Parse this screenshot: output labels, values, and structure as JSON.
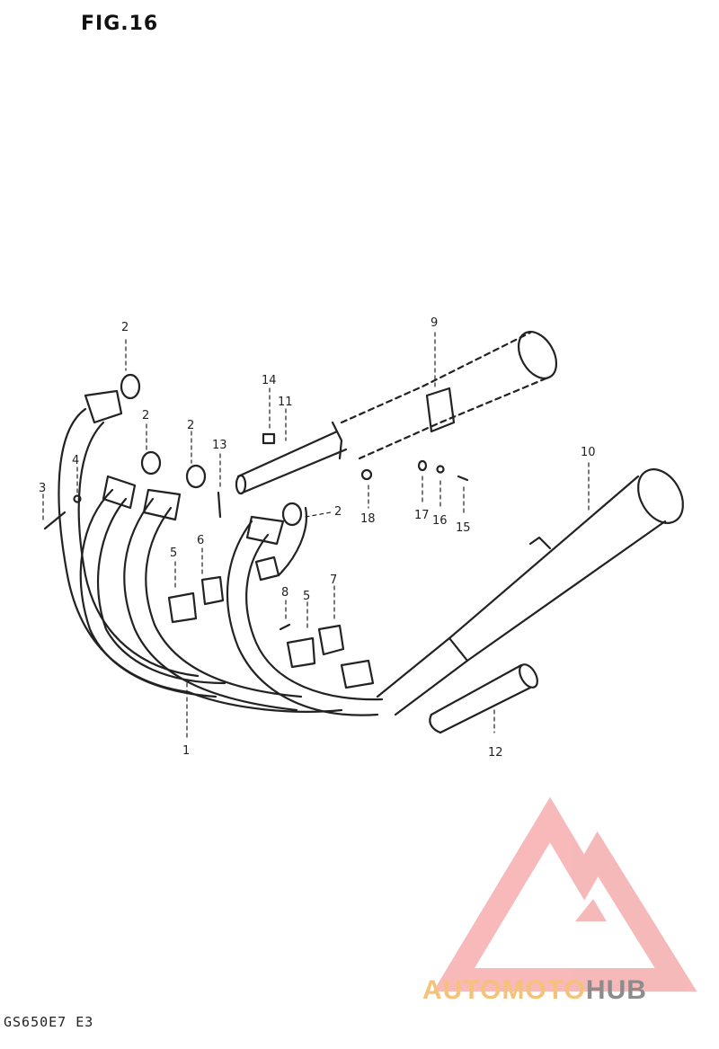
{
  "figure": {
    "title": "FIG.16",
    "model_code": "GS650E7 E3"
  },
  "callouts": [
    {
      "id": "c1",
      "label": "1"
    },
    {
      "id": "c2a",
      "label": "2"
    },
    {
      "id": "c2b",
      "label": "2"
    },
    {
      "id": "c2c",
      "label": "2"
    },
    {
      "id": "c2d",
      "label": "2"
    },
    {
      "id": "c3",
      "label": "3"
    },
    {
      "id": "c4",
      "label": "4"
    },
    {
      "id": "c5a",
      "label": "5"
    },
    {
      "id": "c5b",
      "label": "5"
    },
    {
      "id": "c6",
      "label": "6"
    },
    {
      "id": "c7",
      "label": "7"
    },
    {
      "id": "c8",
      "label": "8"
    },
    {
      "id": "c9",
      "label": "9"
    },
    {
      "id": "c10",
      "label": "10"
    },
    {
      "id": "c11",
      "label": "11"
    },
    {
      "id": "c12",
      "label": "12"
    },
    {
      "id": "c13",
      "label": "13"
    },
    {
      "id": "c14",
      "label": "14"
    },
    {
      "id": "c15",
      "label": "15"
    },
    {
      "id": "c16",
      "label": "16"
    },
    {
      "id": "c17",
      "label": "17"
    },
    {
      "id": "c18",
      "label": "18"
    }
  ],
  "watermark": {
    "part1": "AUTO",
    "part2": "MOTO",
    "part3": "HUB",
    "accent_color": "#f5c27a",
    "hub_color": "#8c8c8c",
    "logo_color": "#f08080"
  }
}
